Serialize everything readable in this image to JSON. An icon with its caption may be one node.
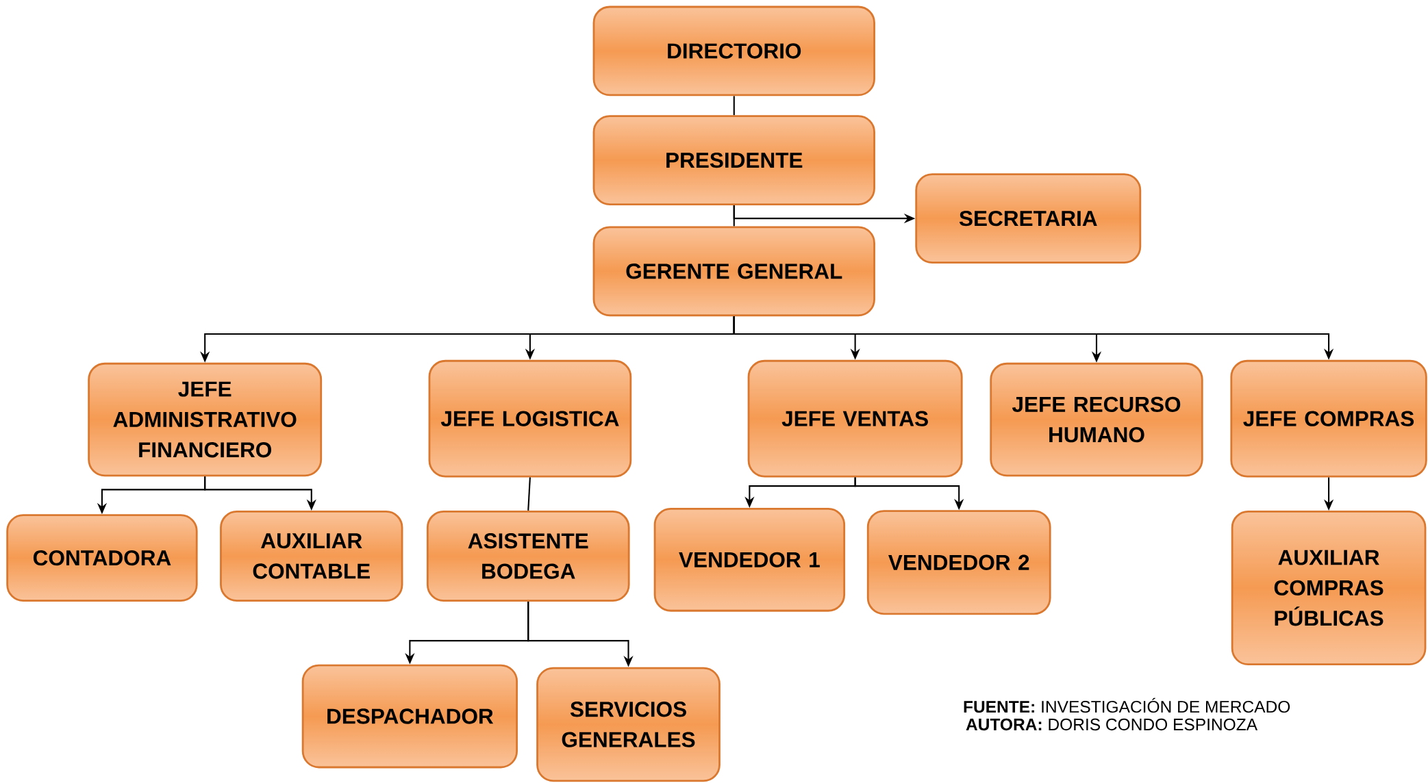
{
  "diagram": {
    "nodes": [
      {
        "text": [
          "DIRECTORIO"
        ]
      },
      {
        "text": [
          "PRESIDENTE"
        ]
      },
      {
        "text": [
          "SECRETARIA"
        ]
      },
      {
        "text": [
          "GERENTE GENERAL"
        ]
      },
      {
        "text": [
          "JEFE ADMINISTRATIVO FINANCIERO"
        ]
      },
      {
        "text": [
          "JEFE LOGISTICA"
        ]
      },
      {
        "text": [
          "JEFE VENTAS"
        ]
      },
      {
        "text": [
          "JEFE RECURSO HUMANO"
        ]
      },
      {
        "text": [
          "JEFE COMPRAS"
        ]
      },
      {
        "text": [
          "CONTADORA"
        ]
      },
      {
        "text": [
          "AUXILIAR CONTABLE"
        ]
      },
      {
        "text": [
          "ASISTENTE BODEGA"
        ]
      },
      {
        "text": [
          "VENDEDOR 1"
        ]
      },
      {
        "text": [
          "VENDEDOR 2"
        ]
      },
      {
        "text": [
          "AUXILIAR COMPRAS PÚBLICAS"
        ]
      },
      {
        "text": [
          "DESPACHADOR"
        ]
      },
      {
        "text": [
          "SERVICIOS GENERALES"
        ]
      }
    ],
    "edges": [
      {
        "from": 0,
        "to": 1,
        "arrow": "none"
      },
      {
        "from": 1,
        "to": 3,
        "arrow": "none"
      },
      {
        "from": 1,
        "to": 2,
        "arrow": "to"
      },
      {
        "from": 3,
        "to": 4,
        "arrow": "to"
      },
      {
        "from": 3,
        "to": 5,
        "arrow": "to"
      },
      {
        "from": 3,
        "to": 6,
        "arrow": "to"
      },
      {
        "from": 3,
        "to": 7,
        "arrow": "to"
      },
      {
        "from": 3,
        "to": 8,
        "arrow": "to"
      },
      {
        "from": 4,
        "to": 9,
        "arrow": "to"
      },
      {
        "from": 4,
        "to": 10,
        "arrow": "to"
      },
      {
        "from": 5,
        "to": 11,
        "arrow": "none"
      },
      {
        "from": 6,
        "to": 12,
        "arrow": "to"
      },
      {
        "from": 6,
        "to": 13,
        "arrow": "to"
      },
      {
        "from": 8,
        "to": 14,
        "arrow": "to"
      },
      {
        "from": 11,
        "to": 15,
        "arrow": "to"
      },
      {
        "from": 11,
        "to": 16,
        "arrow": "to"
      }
    ],
    "labels": [
      "**FUENTE:** INVESTIGACIÓN DE MERCADO",
      "**AUTORA:** DORIS CONDO ESPINOZA"
    ]
  }
}
